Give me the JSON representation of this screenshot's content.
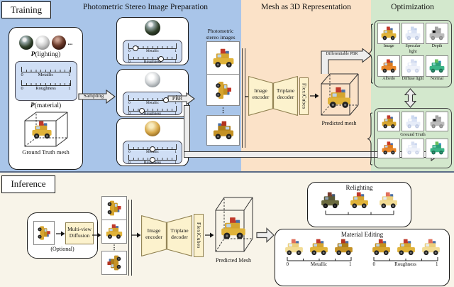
{
  "colors": {
    "prep_bg": "#a9c5e9",
    "mesh_bg": "#fbe2c8",
    "opt_bg": "#d3e8cd",
    "inference_bg": "#f8f4e9",
    "panel_blue": "#cfdef5",
    "block_yellow": "#fcf2cd"
  },
  "training": {
    "label": "Training",
    "prep": {
      "title": "Photometric Stereo Image Preparation",
      "lighting_p": "P",
      "lighting_suffix": "(lighting)",
      "material_p": "P",
      "material_suffix": "(material)",
      "lighting_dots": "...",
      "metallic_min": "0",
      "metallic_label": "Metallic",
      "metallic_max": "1",
      "roughness_min": "0",
      "roughness_label": "Roughness",
      "roughness_max": "1",
      "gt_mesh_caption": "Ground Truth mesh",
      "sampling_arrow_label": "Sampling",
      "pbr_arrow_label": "PBR",
      "samples": [
        {
          "metallic": 0.15,
          "roughness": 0.68
        },
        {
          "metallic": 0.78,
          "roughness": 0.28
        },
        {
          "metallic": 0.5,
          "roughness": 0.5
        }
      ],
      "stereo_caption_line1": "Photometric",
      "stereo_caption_line2": "stereo images",
      "stack_dots": "⋮"
    },
    "mesh": {
      "title": "Mesh as 3D Representation",
      "encoder_line1": "Image",
      "encoder_line2": "encoder",
      "decoder_line1": "Triplane",
      "decoder_line2": "decoder",
      "flexicubes": "FlexiCubes",
      "diff_pbr_label": "Differentiable PBR",
      "predicted_mesh_caption": "Predicted mesh"
    },
    "opt": {
      "title": "Optimization",
      "pred_captions": [
        "Image",
        "Specular light",
        "Depth",
        "Albedo",
        "Diffuse light",
        "Normal"
      ],
      "gt_label": "Ground Truth"
    }
  },
  "inference": {
    "label": "Inference",
    "optional_caption": "(Optional)",
    "mv_line1": "Multi-view",
    "mv_line2": "Diffusion",
    "stack_dots": "⋮",
    "encoder_line1": "Image",
    "encoder_line2": "encoder",
    "decoder_line1": "Triplane",
    "decoder_line2": "decoder",
    "flexicubes": "FlexiCubes",
    "predicted_mesh_caption": "Predicted Mesh",
    "relighting": {
      "title": "Relighting"
    },
    "material_editing": {
      "title": "Material Editing",
      "metallic_min": "0",
      "metallic_label": "Metallic",
      "metallic_max": "1",
      "roughness_min": "0",
      "roughness_label": "Roughness",
      "roughness_max": "1"
    }
  }
}
